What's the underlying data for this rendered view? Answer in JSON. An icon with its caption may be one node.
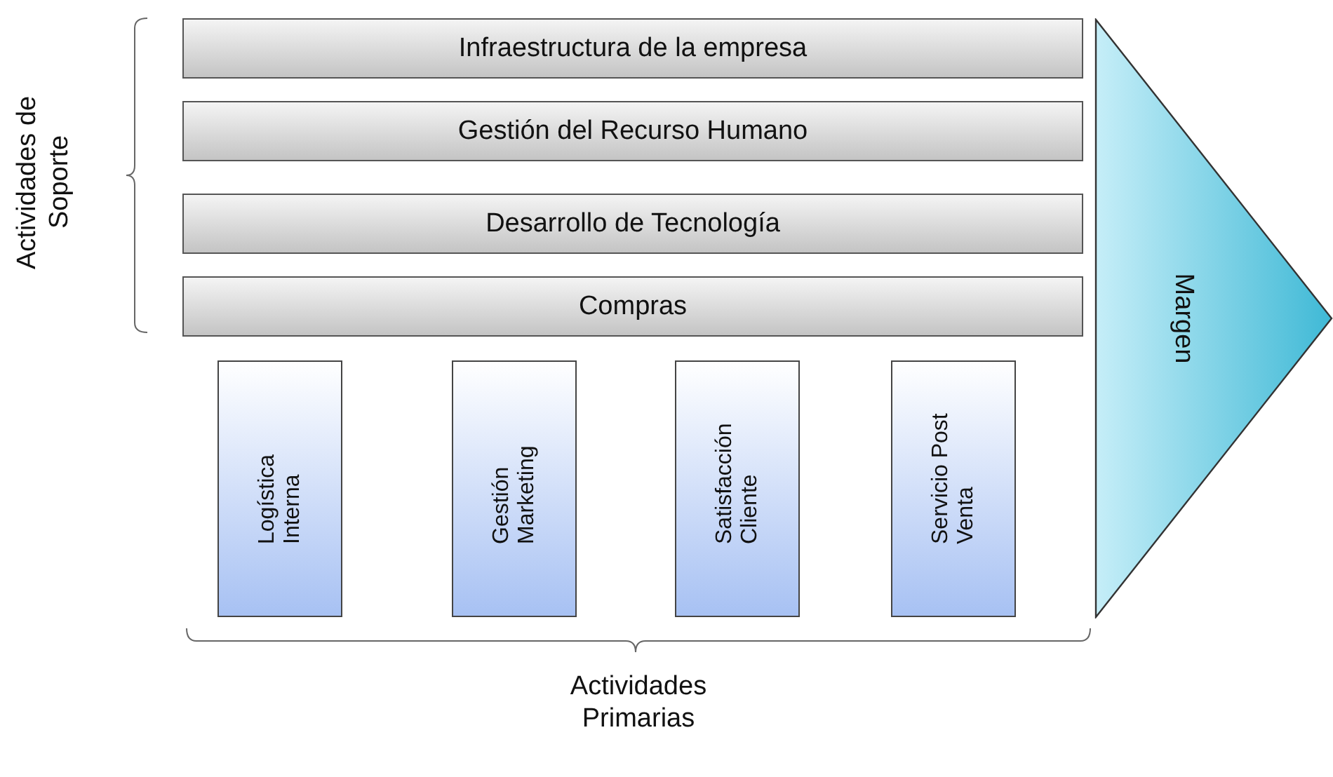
{
  "diagram": {
    "nodes": [
      {
        "text": [
          "Infraestructura de la empresa"
        ]
      },
      {
        "text": [
          "Gestión del Recurso Humano"
        ]
      },
      {
        "text": [
          "Desarrollo de Tecnología"
        ]
      },
      {
        "text": [
          "Compras"
        ]
      },
      {
        "text": [
          "Logística Interna"
        ]
      },
      {
        "text": [
          "Gestión Marketing"
        ]
      },
      {
        "text": [
          "Satisfacción Cliente"
        ]
      },
      {
        "text": [
          "Servicio Post Venta"
        ]
      },
      {
        "text": [
          "Margen"
        ]
      }
    ],
    "edges": [],
    "labels": [
      "Actividades de Soporte",
      "Actividades Primarias"
    ]
  }
}
